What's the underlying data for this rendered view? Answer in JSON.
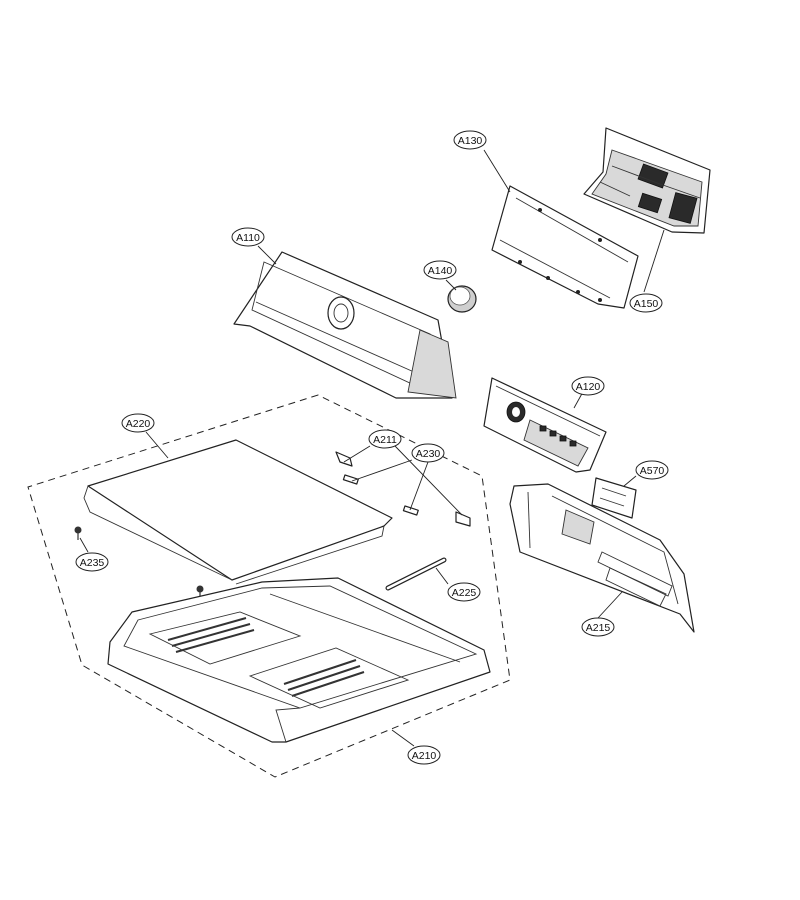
{
  "callouts": {
    "a130": "A130",
    "a150": "A150",
    "a110": "A110",
    "a140": "A140",
    "a120": "A120",
    "a220": "A220",
    "a211": "A211",
    "a230": "A230",
    "a570": "A570",
    "a235": "A235",
    "a225": "A225",
    "a215": "A215",
    "a210": "A210"
  }
}
